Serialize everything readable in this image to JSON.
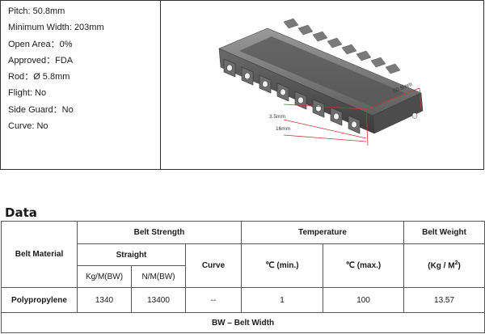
{
  "specs": [
    {
      "label": "Pitch",
      "sep": ":",
      "value": "50.8mm"
    },
    {
      "label": "Minimum Width",
      "sep": ":",
      "value": "203mm"
    },
    {
      "label": "Open Area",
      "sep": "：",
      "value": "0%"
    },
    {
      "label": "Approved",
      "sep": "：",
      "value": "FDA"
    },
    {
      "label": "Rod",
      "sep": "：",
      "value": "Ø 5.8mm"
    },
    {
      "label": "Flight",
      "sep": ":",
      "value": "No"
    },
    {
      "label": "Side Guard",
      "sep": "：",
      "value": "No"
    },
    {
      "label": "Curve",
      "sep": ":",
      "value": "No"
    }
  ],
  "diagram": {
    "pitch_label": "50.8mm",
    "dim_a": "3.5mm",
    "dim_b": "16mm"
  },
  "section_title": "Data",
  "table": {
    "header": {
      "belt_material": "Belt Material",
      "belt_strength": "Belt Strength",
      "temperature": "Temperature",
      "belt_weight": "Belt Weight",
      "straight": "Straight",
      "curve": "Curve",
      "temp_min": "℃  (min.)",
      "temp_max": "℃  (max.)",
      "weight_unit": "(Kg / M",
      "weight_unit_sup": "2",
      "weight_unit_close": ")",
      "kg_m_bw": "Kg/M(BW)",
      "n_m_bw": "N/M(BW)"
    },
    "rows": [
      {
        "material": "Polypropylene",
        "kg_m_bw": "1340",
        "n_m_bw": "13400",
        "curve": "--",
        "temp_min": "1",
        "temp_max": "100",
        "weight": "13.57"
      }
    ],
    "footnote": "BW – Belt Width"
  }
}
